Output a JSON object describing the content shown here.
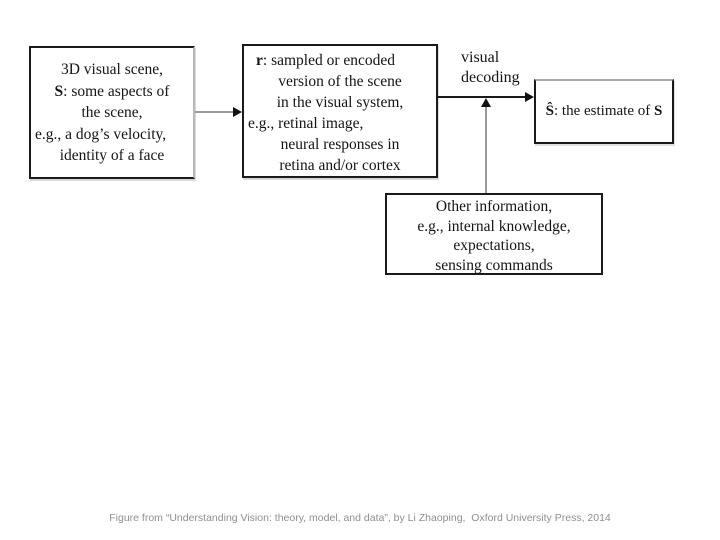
{
  "diagram": {
    "boxes": {
      "scene": {
        "lines": [
          [
            {
              "t": "3D visual scene,"
            }
          ],
          [
            {
              "t": "S",
              "b": true
            },
            {
              "t": ": some aspects of"
            }
          ],
          [
            {
              "t": "the scene,"
            }
          ],
          [
            {
              "t": "e.g., a dog’s velocity,"
            }
          ],
          [
            {
              "t": "identity of a face"
            }
          ]
        ]
      },
      "encoding": {
        "lines": [
          [
            {
              "t": "r",
              "b": true
            },
            {
              "t": ": sampled or encoded"
            }
          ],
          [
            {
              "t": "version of the scene"
            }
          ],
          [
            {
              "t": "in the visual system,"
            }
          ],
          [
            {
              "t": "e.g., retinal image,"
            }
          ],
          [
            {
              "t": "neural responses in"
            }
          ],
          [
            {
              "t": "retina and/or cortex"
            }
          ]
        ]
      },
      "estimate": {
        "lines": [
          [
            {
              "t": "Ŝ",
              "b": true
            },
            {
              "t": ": the estimate of "
            },
            {
              "t": "S",
              "b": true
            }
          ]
        ]
      },
      "other": {
        "lines": [
          [
            {
              "t": "Other information,"
            }
          ],
          [
            {
              "t": "e.g., internal knowledge,"
            }
          ],
          [
            {
              "t": "expectations,"
            }
          ],
          [
            {
              "t": "sensing commands"
            }
          ]
        ]
      }
    },
    "decoding_label": {
      "line1": "visual",
      "line2": "decoding"
    }
  },
  "caption": {
    "text": "Figure from “Understanding Vision: theory, model, and data”, by Li Zhaoping,  Oxford University Press, 2014"
  },
  "colors": {
    "ink": "#1a1a1a",
    "connector_gray": "#9a9a9a",
    "caption_gray": "#8f8f8f",
    "background": "#ffffff"
  }
}
